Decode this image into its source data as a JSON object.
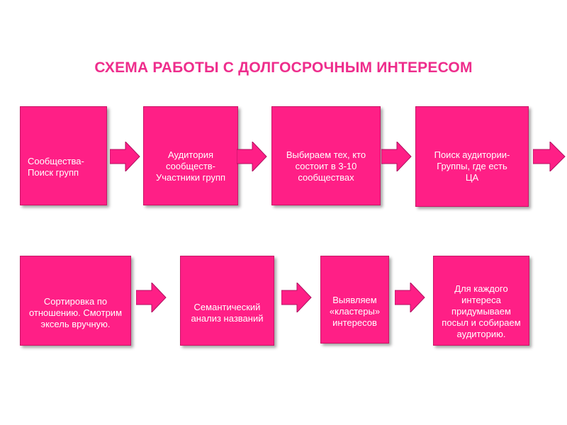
{
  "title": "СХЕМА РАБОТЫ С ДОЛГОСРОЧНЫМ ИНТЕРЕСОМ",
  "colors": {
    "box_fill": "#ff1f86",
    "title": "#ee2d8c",
    "arrow": "#ff1f86"
  },
  "row1": [
    {
      "text": "Сообщества-\nПоиск групп"
    },
    {
      "text": "Аудитория\nсообществ-\nУчастники групп"
    },
    {
      "text": "Выбираем тех, кто\nсостоит в 3-10\nсообществах"
    },
    {
      "text": "Поиск аудитории-\nГруппы, где есть\nЦА"
    }
  ],
  "row2": [
    {
      "text": "Сортировка по\nотношению. Смотрим\nэксель вручную."
    },
    {
      "text": "Семантический\nанализ названий"
    },
    {
      "text": "Выявляем\n«кластеры»\nинтересов"
    },
    {
      "text": "Для каждого\nинтереса\nпридумываем\nпосыл и собираем\nаудиторию."
    }
  ]
}
